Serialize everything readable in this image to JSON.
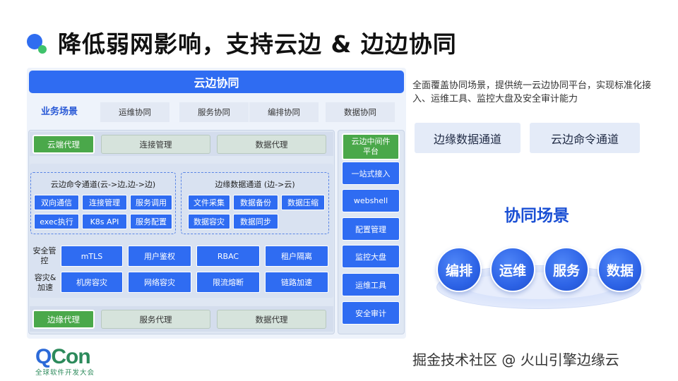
{
  "title": "降低弱网影响，支持云边 & 边边协同",
  "cloud_collab": "云边协同",
  "business": {
    "label": "业务场景",
    "scenes": [
      "运维协同",
      "服务协同",
      "编排协同",
      "数据协同"
    ]
  },
  "cloud_agent_row": {
    "label": "云端代理",
    "items": [
      "连接管理",
      "数据代理"
    ]
  },
  "cmd_channel": {
    "title": "云边命令通道(云->边,边->边)",
    "items": [
      "双向通信",
      "连接管理",
      "服务调用",
      "exec执行",
      "K8s API",
      "服务配置"
    ]
  },
  "data_channel": {
    "title": "边缘数据通道 (边->云)",
    "items": [
      "文件采集",
      "数据备份",
      "数据压缩",
      "数据容灾",
      "数据同步"
    ]
  },
  "security": {
    "label": "安全管控",
    "items": [
      "mTLS",
      "用户鉴权",
      "RBAC",
      "租户隔离"
    ]
  },
  "dr": {
    "label": "容灾&加速",
    "items": [
      "机房容灾",
      "网络容灾",
      "限流熔断",
      "链路加速"
    ]
  },
  "edge_agent_row": {
    "label": "边缘代理",
    "items": [
      "服务代理",
      "数据代理"
    ]
  },
  "middleware": {
    "label": "云边中间件平台",
    "items": [
      "一站式接入",
      "webshell",
      "配置管理",
      "监控大盘",
      "运维工具",
      "安全审计"
    ]
  },
  "description": "全面覆盖协同场景，提供统一云边协同平台，实现标准化接入、运维工具、监控大盘及安全审计能力",
  "channels": [
    "边缘数据通道",
    "云边命令通道"
  ],
  "collab_scene": {
    "title": "协同场景",
    "bubbles": [
      "编排",
      "运维",
      "服务",
      "数据"
    ]
  },
  "footer": {
    "logo_q": "Q",
    "logo_rest": "Con",
    "logo_sub": "全球软件开发大会",
    "watermark": "掘金技术社区 @ 火山引擎边缘云"
  },
  "colors": {
    "primary_blue": "#2f6cf2",
    "green": "#4aa84a",
    "panel_bg": "#eef3fb"
  }
}
